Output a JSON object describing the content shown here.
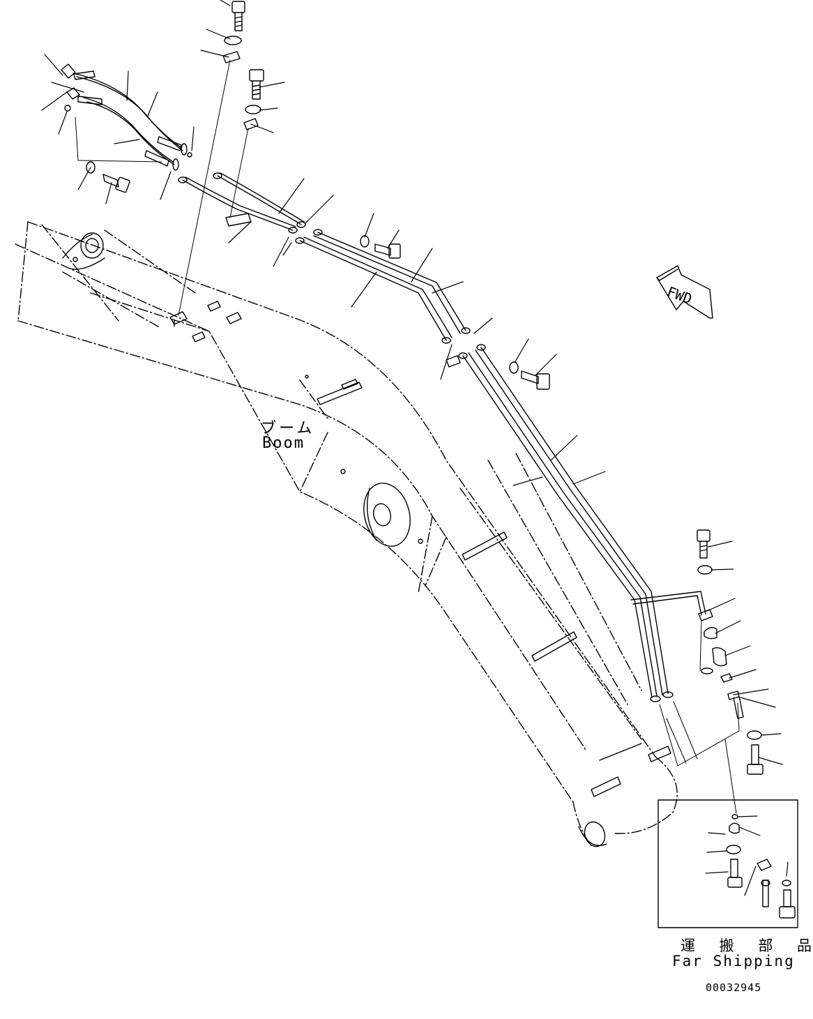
{
  "diagram": {
    "labels": {
      "boom_jp": "ブーム",
      "boom_en": "Boom",
      "shipping_jp": "運 搬 部 品",
      "shipping_en": "Far Shipping",
      "drawing_no": "00032945",
      "fwd": "FWD"
    },
    "colors": {
      "line": "#000000",
      "background": "#ffffff"
    },
    "icons": [
      "fwd-arrow-icon",
      "bolt-icon",
      "washer-icon",
      "clamp-icon",
      "hose-fitting-icon"
    ]
  }
}
